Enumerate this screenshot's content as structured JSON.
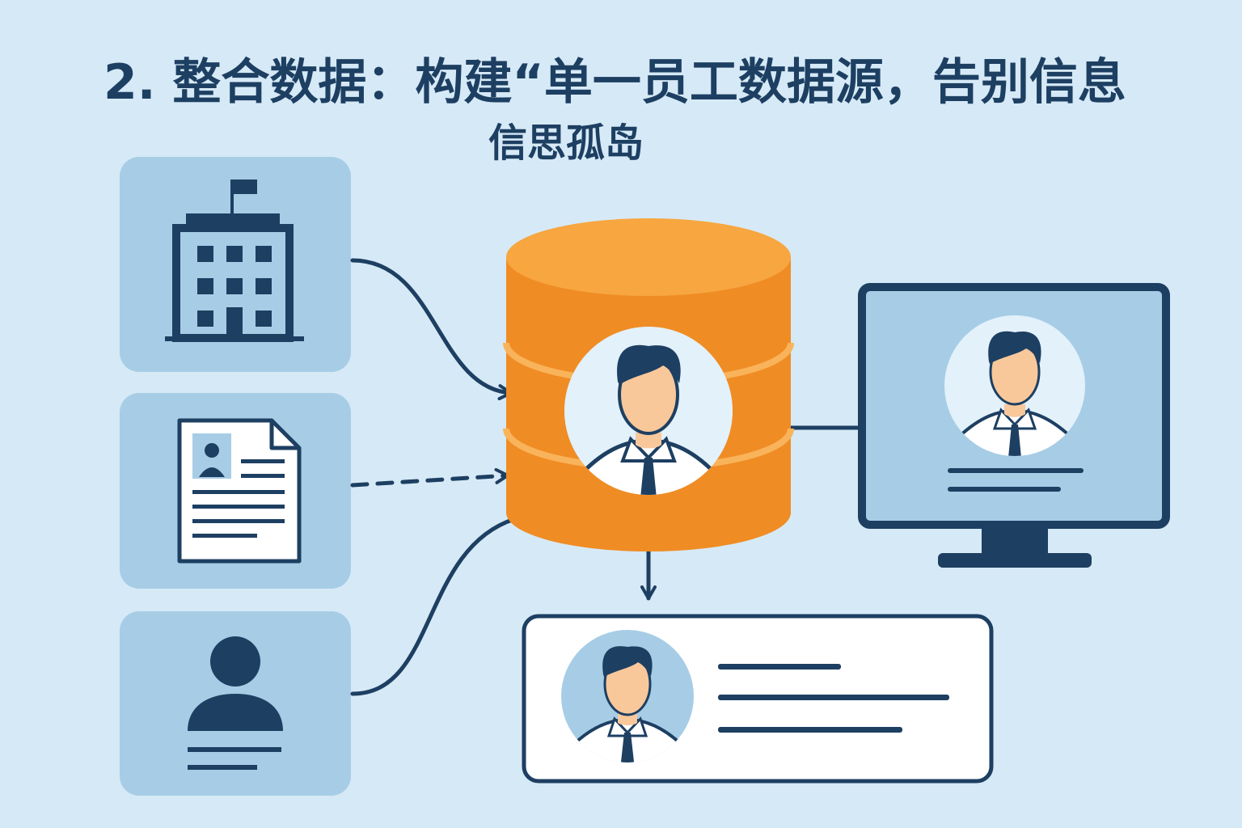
{
  "title": {
    "line1": "2. 整合数据：构建“单一员工数据源，告别信息",
    "line2": "信思孤岛"
  },
  "colors": {
    "background": "#d6e9f6",
    "panel": "#a7cde6",
    "navy": "#1d3f62",
    "orange": "#f08c24",
    "orange_top": "#f7a640",
    "orange_band": "#f9b35a",
    "avatar_bg": "#e3f1fa",
    "skin": "#f8c89b",
    "white": "#ffffff"
  },
  "diagram": {
    "sources": [
      {
        "name": "organization",
        "icon": "building-icon"
      },
      {
        "name": "resume-document",
        "icon": "resume-document-icon"
      },
      {
        "name": "personal-profile",
        "icon": "person-profile-icon"
      }
    ],
    "hub": {
      "icon": "database-cylinder-icon",
      "center": "employee-avatar-icon"
    },
    "inputs": [
      {
        "from": "organization",
        "style": "solid"
      },
      {
        "from": "resume-document",
        "style": "dashed"
      },
      {
        "from": "personal-profile",
        "style": "solid"
      },
      {
        "from": "monitor",
        "style": "solid"
      }
    ],
    "monitor": {
      "icon": "monitor-icon"
    },
    "output": {
      "icon": "employee-profile-card-icon",
      "text_lines": 3
    }
  }
}
